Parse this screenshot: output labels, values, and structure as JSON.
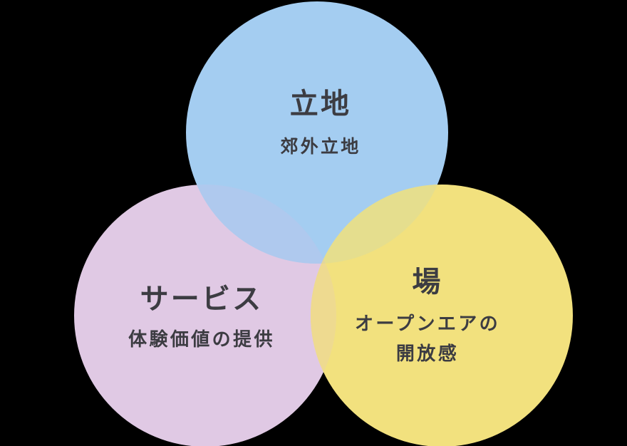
{
  "diagram": {
    "type": "venn",
    "background_color": "#000000",
    "text_color": "#3C3C42",
    "circles": [
      {
        "key": "location",
        "title": "立地",
        "subtitle": "郊外立地",
        "color": "#A4CDF1"
      },
      {
        "key": "service",
        "title": "サービス",
        "subtitle": "体験価値の提供",
        "color": "#E0C9E4"
      },
      {
        "key": "place",
        "title": "場",
        "subtitle": "オープンエアの開放感",
        "subtitle_lines": [
          "オープンエアの",
          "開放感"
        ],
        "color": "#F2E17E"
      }
    ],
    "overlaps": {
      "location_service": "#AFC9EE",
      "location_place": "#E5DE8E",
      "service_place": "#EEDA90",
      "all": "#E2D69B"
    }
  }
}
